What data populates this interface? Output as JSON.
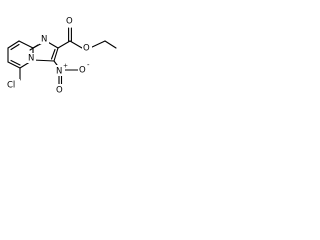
{
  "molecule": {
    "atoms": {
      "cl": "Cl",
      "n_ring_top": "N",
      "n_ring_bottom": "N",
      "o_carbonyl": "O",
      "o_ester": "O",
      "n_nitro": "N",
      "o_nitro_right": "O",
      "o_nitro_down": "O",
      "charge_plus": "+",
      "charge_minus": "-"
    }
  }
}
